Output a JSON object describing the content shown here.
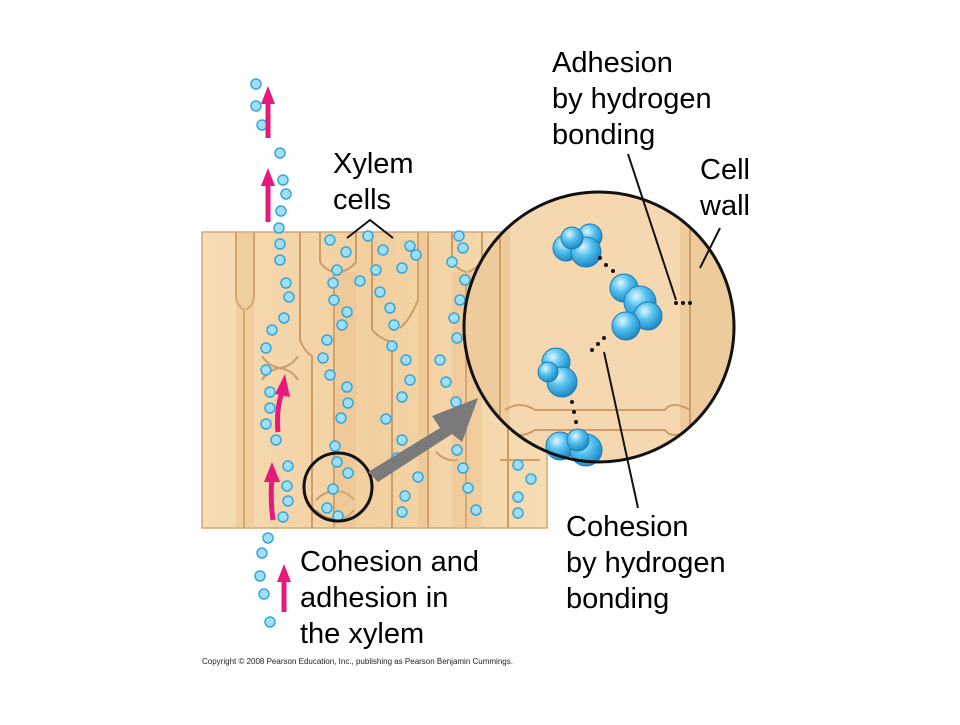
{
  "labels": {
    "xylem_cells": "Xylem\ncells",
    "adhesion": "Adhesion\nby hydrogen\nbonding",
    "cell_wall": "Cell\nwall",
    "cohesion": "Cohesion\nby hydrogen\nbonding",
    "caption": "Cohesion and\nadhesion in\nthe xylem"
  },
  "copyright": "Copyright © 2008 Pearson Education, Inc., publishing as Pearson Benjamin Cummings.",
  "colors": {
    "xylem_fill": "#f4d3a7",
    "xylem_stroke": "#cc9d69",
    "water_molecule": "#5dc5ea",
    "arrow": "#e6197d",
    "pointer_arrow": "#7a7a7a"
  }
}
